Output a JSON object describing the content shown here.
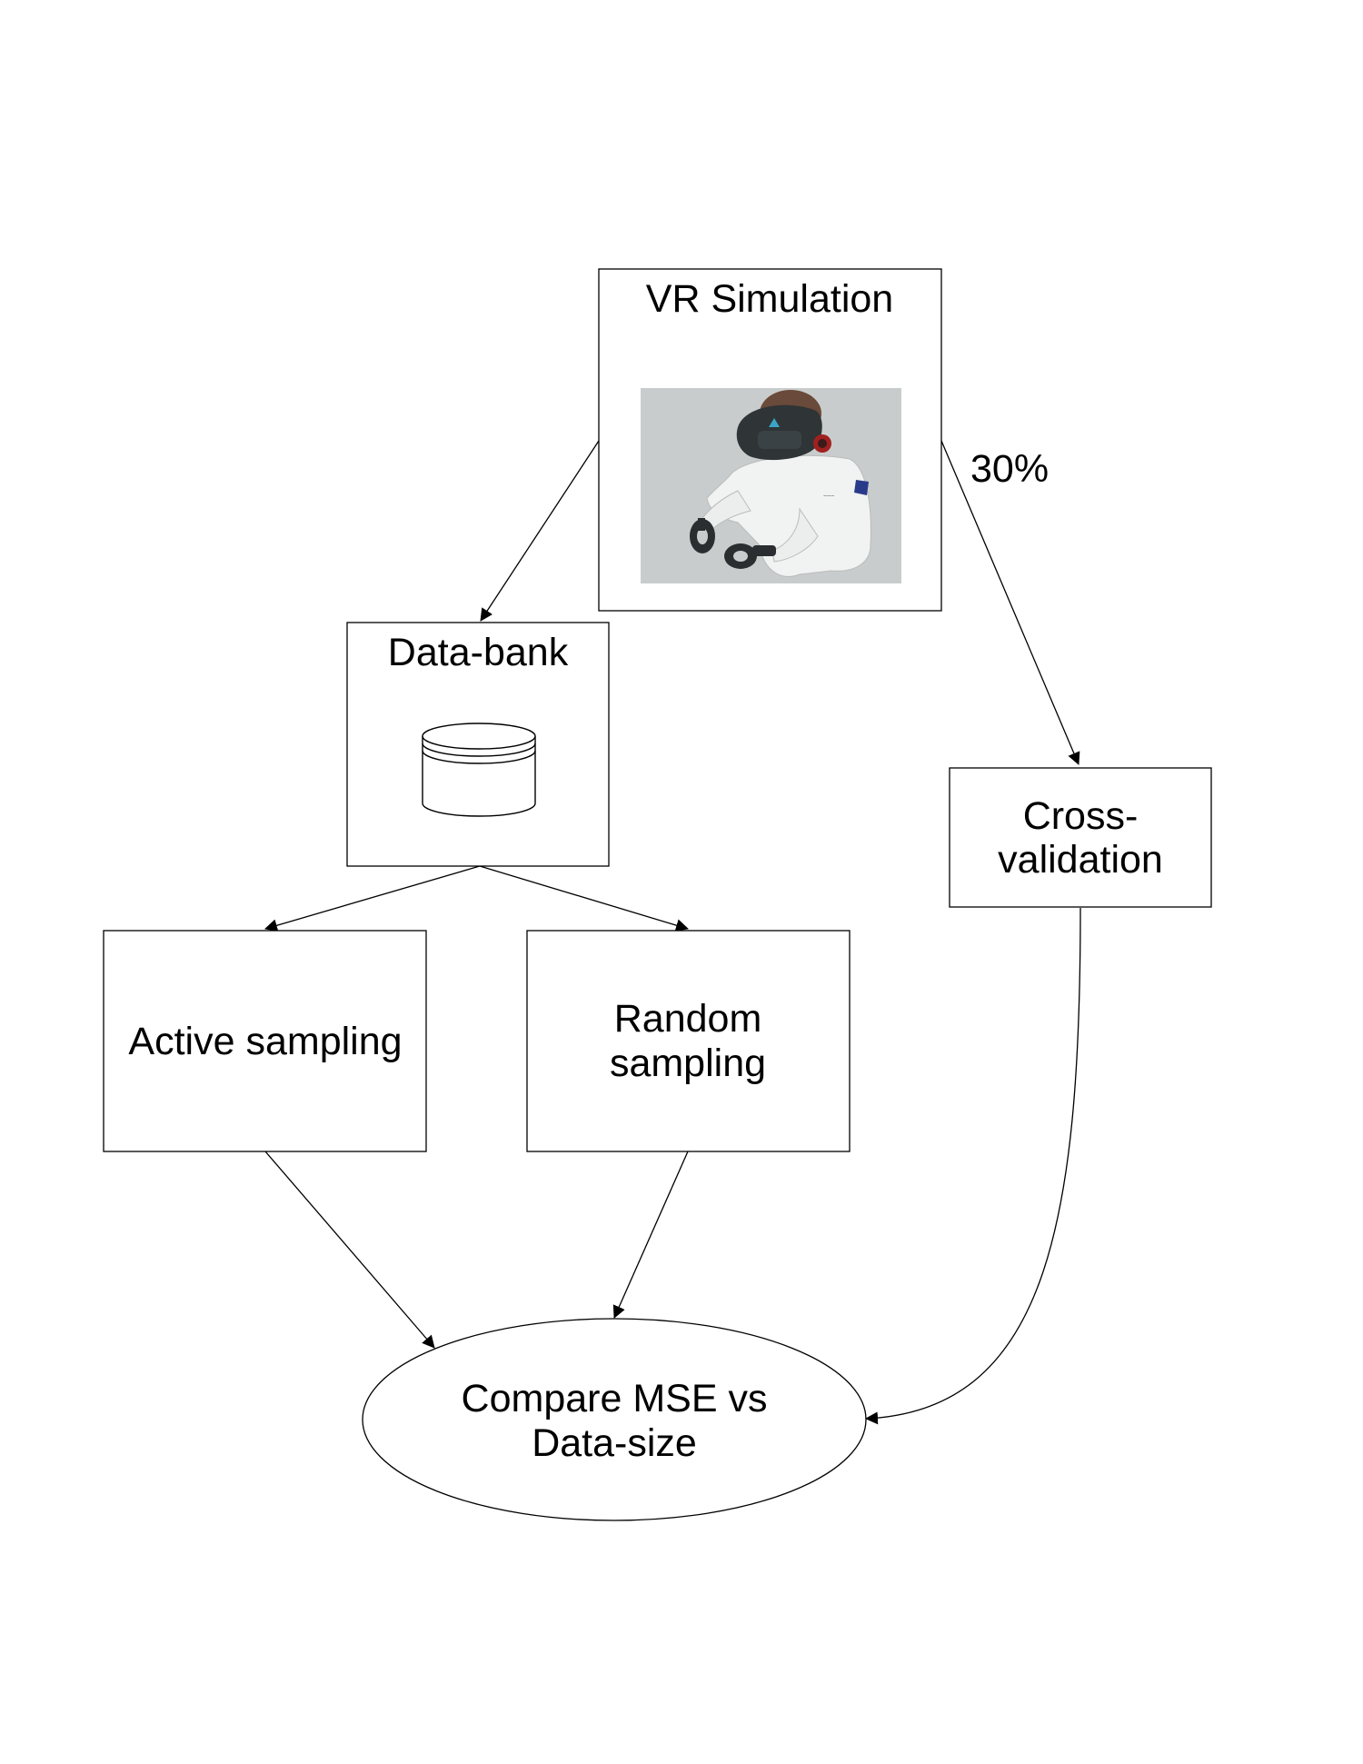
{
  "nodes": {
    "vr_simulation": {
      "label": "VR Simulation"
    },
    "data_bank": {
      "label": "Data-bank"
    },
    "cross_validation": {
      "lines": [
        "Cross-",
        "validation"
      ]
    },
    "active_sampling": {
      "label": "Active sampling"
    },
    "random_sampling": {
      "lines": [
        "Random",
        "sampling"
      ]
    },
    "compare": {
      "lines": [
        "Compare MSE vs",
        "Data-size"
      ]
    }
  },
  "edges": {
    "vr_to_crossval_label": "30%"
  },
  "icons": {
    "photo": "vr-headset-user-photo",
    "database": "database-icon"
  },
  "colors": {
    "stroke": "#000000",
    "photo_background": "#c9cccc",
    "headset": "#2f3436",
    "coat": "#f1f2f2"
  }
}
